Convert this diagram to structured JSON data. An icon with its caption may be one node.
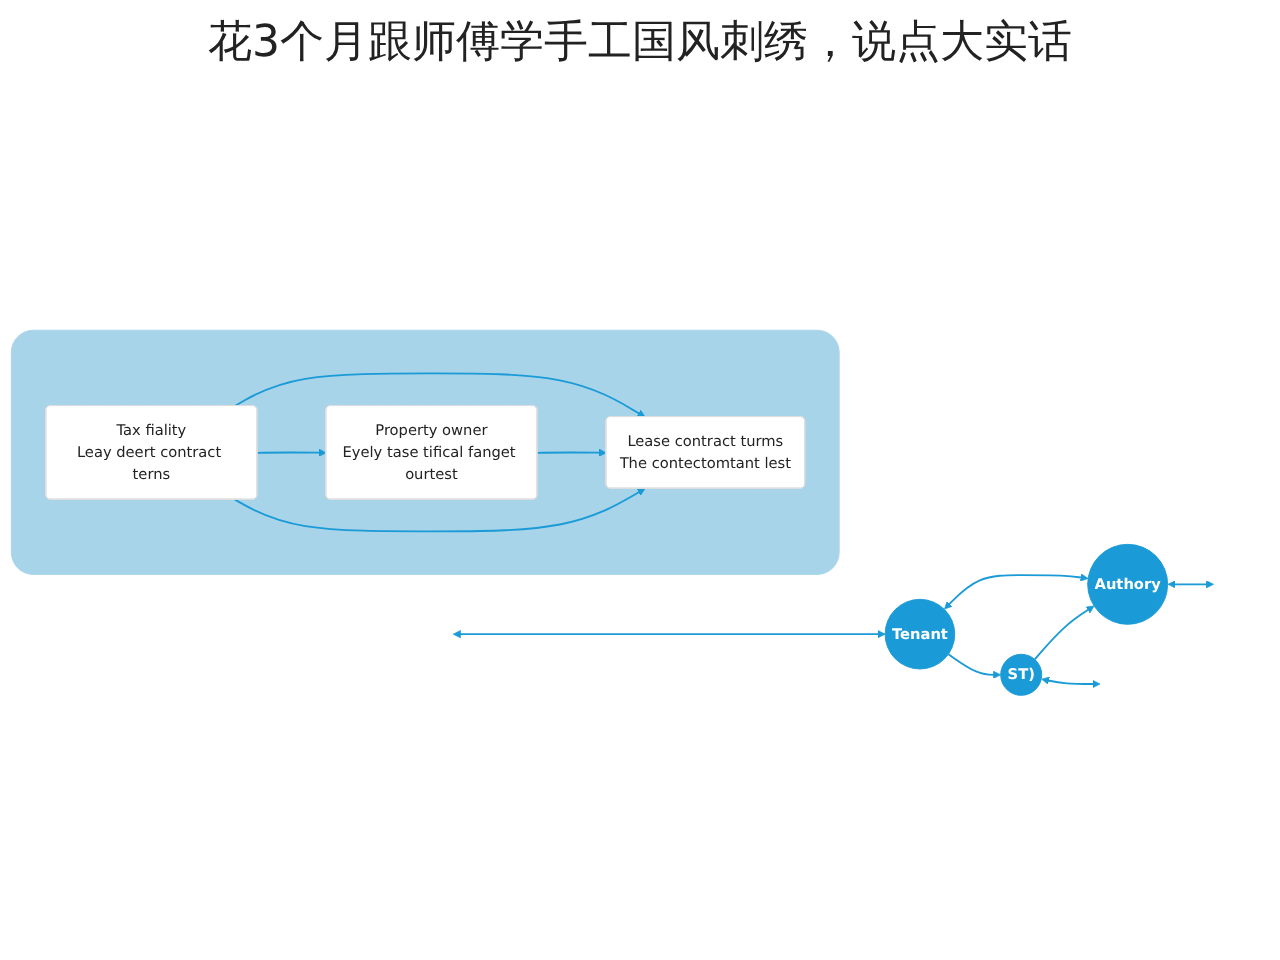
{
  "diagram": {
    "title": "花3个月跟师傅学手工国风刺绣，说点大实话",
    "nodes": [
      {
        "text": [],
        "shape": "box"
      },
      {
        "text": [
          "Lease contract turms",
          "The contectomtant lest"
        ],
        "in": 0
      },
      {
        "text": [
          "Tax fiality",
          "Leay deert contract terns"
        ],
        "in": 0
      },
      {
        "text": [
          "Property owner",
          "Eyely tase tifical fanget ourtest"
        ],
        "in": 0
      },
      {
        "text": [
          "Tenant"
        ]
      },
      {
        "text": [
          "ST)"
        ]
      },
      {
        "text": [
          "Authory"
        ]
      }
    ],
    "edges": [
      {
        "from": 2,
        "to": 1,
        "arrow": "to"
      },
      {
        "from": 3,
        "to": 1,
        "arrow": "to"
      },
      {
        "from": 2,
        "to": 3,
        "arrow": "to"
      },
      {
        "from": 2,
        "to": 1,
        "arrow": "to"
      },
      {
        "from": 4,
        "to": 6,
        "arrow": "both"
      },
      {
        "from": null,
        "to": 4,
        "arrow": "both"
      },
      {
        "from": 4,
        "to": 5,
        "arrow": "to"
      },
      {
        "from": 5,
        "to": 6,
        "arrow": "to"
      },
      {
        "from": 6,
        "to": null,
        "arrow": "both"
      },
      {
        "from": 5,
        "to": null,
        "arrow": "both"
      }
    ]
  }
}
